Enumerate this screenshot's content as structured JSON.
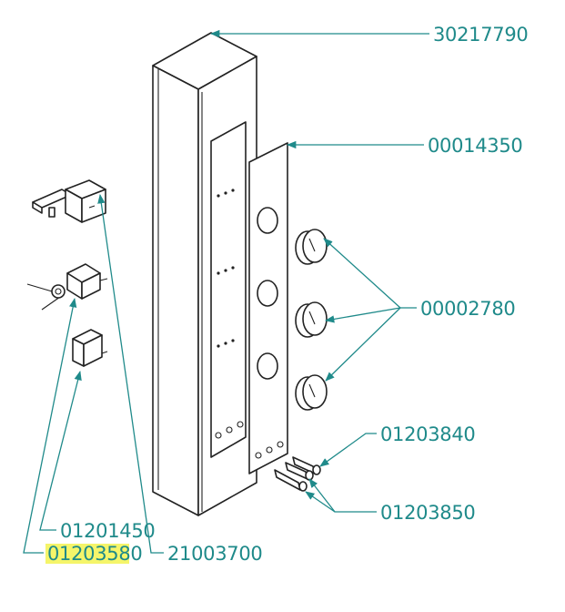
{
  "callouts": {
    "body": "30217790",
    "panel": "00014350",
    "knobs": "00002780",
    "lamp_a": "01203840",
    "lamp_b": "01203850",
    "switch_a": "01201450",
    "switch_b": "01203580",
    "regulator": "21003700"
  },
  "highlight": {
    "part": "01203580",
    "color": "#f5f56a"
  },
  "colors": {
    "leader": "#1f8a8a",
    "outline": "#222222"
  }
}
